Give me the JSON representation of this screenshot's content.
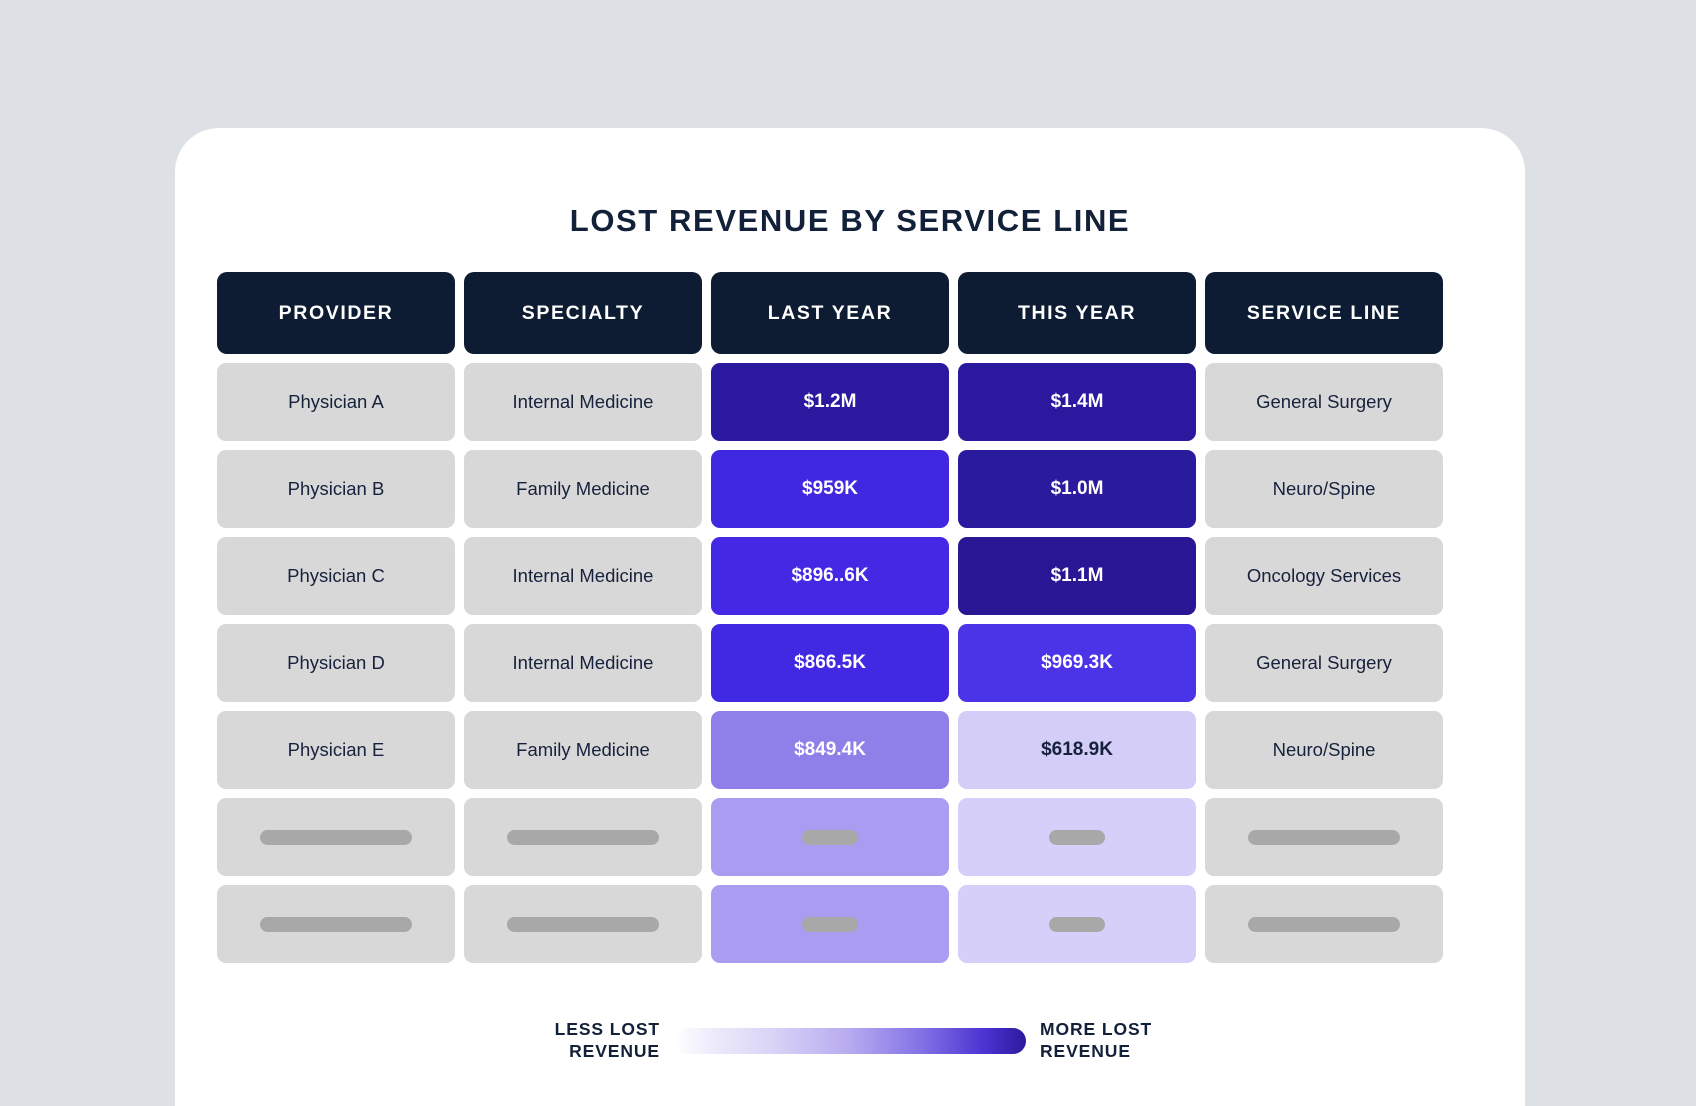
{
  "title": "LOST REVENUE BY SERVICE LINE",
  "colors": {
    "page_background": "#dde1e5",
    "card_background": "#ffffff",
    "header_background": "#0d1c32",
    "header_text": "#ffffff",
    "text_cell_background": "#d8d8d8",
    "text_color": "#16213c",
    "skeleton_bar": "#a8a8a8",
    "heat_max": "#2a1a9e",
    "heat_mid": "#4028e0",
    "heat_min": "#ffffff"
  },
  "table": {
    "columns": [
      "PROVIDER",
      "SPECIALTY",
      "LAST YEAR",
      "THIS YEAR",
      "SERVICE LINE"
    ],
    "rows": [
      {
        "provider": "Physician A",
        "specialty": "Internal Medicine",
        "last_year": "$1.2M",
        "this_year": "$1.4M",
        "service_line": "General Surgery",
        "last_year_color": "#2a189f",
        "this_year_color": "#2a189f",
        "last_year_text_color": "#ffffff",
        "this_year_text_color": "#ffffff"
      },
      {
        "provider": "Physician B",
        "specialty": "Family Medicine",
        "last_year": "$959K",
        "this_year": "$1.0M",
        "service_line": "Neuro/Spine",
        "last_year_color": "#4028e0",
        "this_year_color": "#2a1a9e",
        "last_year_text_color": "#ffffff",
        "this_year_text_color": "#ffffff"
      },
      {
        "provider": "Physician C",
        "specialty": "Internal Medicine",
        "last_year": "$896..6K",
        "this_year": "$1.1M",
        "service_line": "Oncology Services",
        "last_year_color": "#4429e4",
        "this_year_color": "#281694",
        "last_year_text_color": "#ffffff",
        "this_year_text_color": "#ffffff"
      },
      {
        "provider": "Physician D",
        "specialty": "Internal Medicine",
        "last_year": "$866.5K",
        "this_year": "$969.3K",
        "service_line": "General Surgery",
        "last_year_color": "#4128e2",
        "this_year_color": "#4b33e8",
        "last_year_text_color": "#ffffff",
        "this_year_text_color": "#ffffff"
      },
      {
        "provider": "Physician E",
        "specialty": "Family Medicine",
        "last_year": "$849.4K",
        "this_year": "$618.9K",
        "service_line": "Neuro/Spine",
        "last_year_color": "#8e80e8",
        "this_year_color": "#d3cdf8",
        "last_year_text_color": "#ffffff",
        "this_year_text_color": "#16213c"
      }
    ],
    "skeleton_rows": [
      {
        "last_year_color": "#aa9cf1",
        "this_year_color": "#d5cff9"
      },
      {
        "last_year_color": "#aa9cf1",
        "this_year_color": "#d5cff9"
      }
    ]
  },
  "legend": {
    "less_label": "LESS LOST REVENUE",
    "more_label": "MORE LOST REVENUE"
  },
  "chart_data": {
    "type": "heatmap",
    "title": "LOST REVENUE BY SERVICE LINE",
    "xlabel": "",
    "ylabel": "",
    "categories": [
      "Physician A",
      "Physician B",
      "Physician C",
      "Physician D",
      "Physician E"
    ],
    "series": [
      {
        "name": "LAST YEAR",
        "values": [
          1200000,
          959000,
          896600,
          866500,
          849400
        ],
        "labels": [
          "$1.2M",
          "$959K",
          "$896..6K",
          "$866.5K",
          "$849.4K"
        ]
      },
      {
        "name": "THIS YEAR",
        "values": [
          1400000,
          1000000,
          1100000,
          969300,
          618900
        ],
        "labels": [
          "$1.4M",
          "$1.0M",
          "$1.1M",
          "$969.3K",
          "$618.9K"
        ]
      }
    ],
    "annotations": {
      "specialty": [
        "Internal Medicine",
        "Family Medicine",
        "Internal Medicine",
        "Internal Medicine",
        "Family Medicine"
      ],
      "service_line": [
        "General Surgery",
        "Neuro/Spine",
        "Oncology Services",
        "General Surgery",
        "Neuro/Spine"
      ]
    },
    "colorbar": {
      "low_label": "LESS LOST REVENUE",
      "high_label": "MORE LOST REVENUE",
      "low_color": "#ffffff",
      "high_color": "#2a1a9e"
    },
    "legend_position": "bottom",
    "grid": false
  }
}
